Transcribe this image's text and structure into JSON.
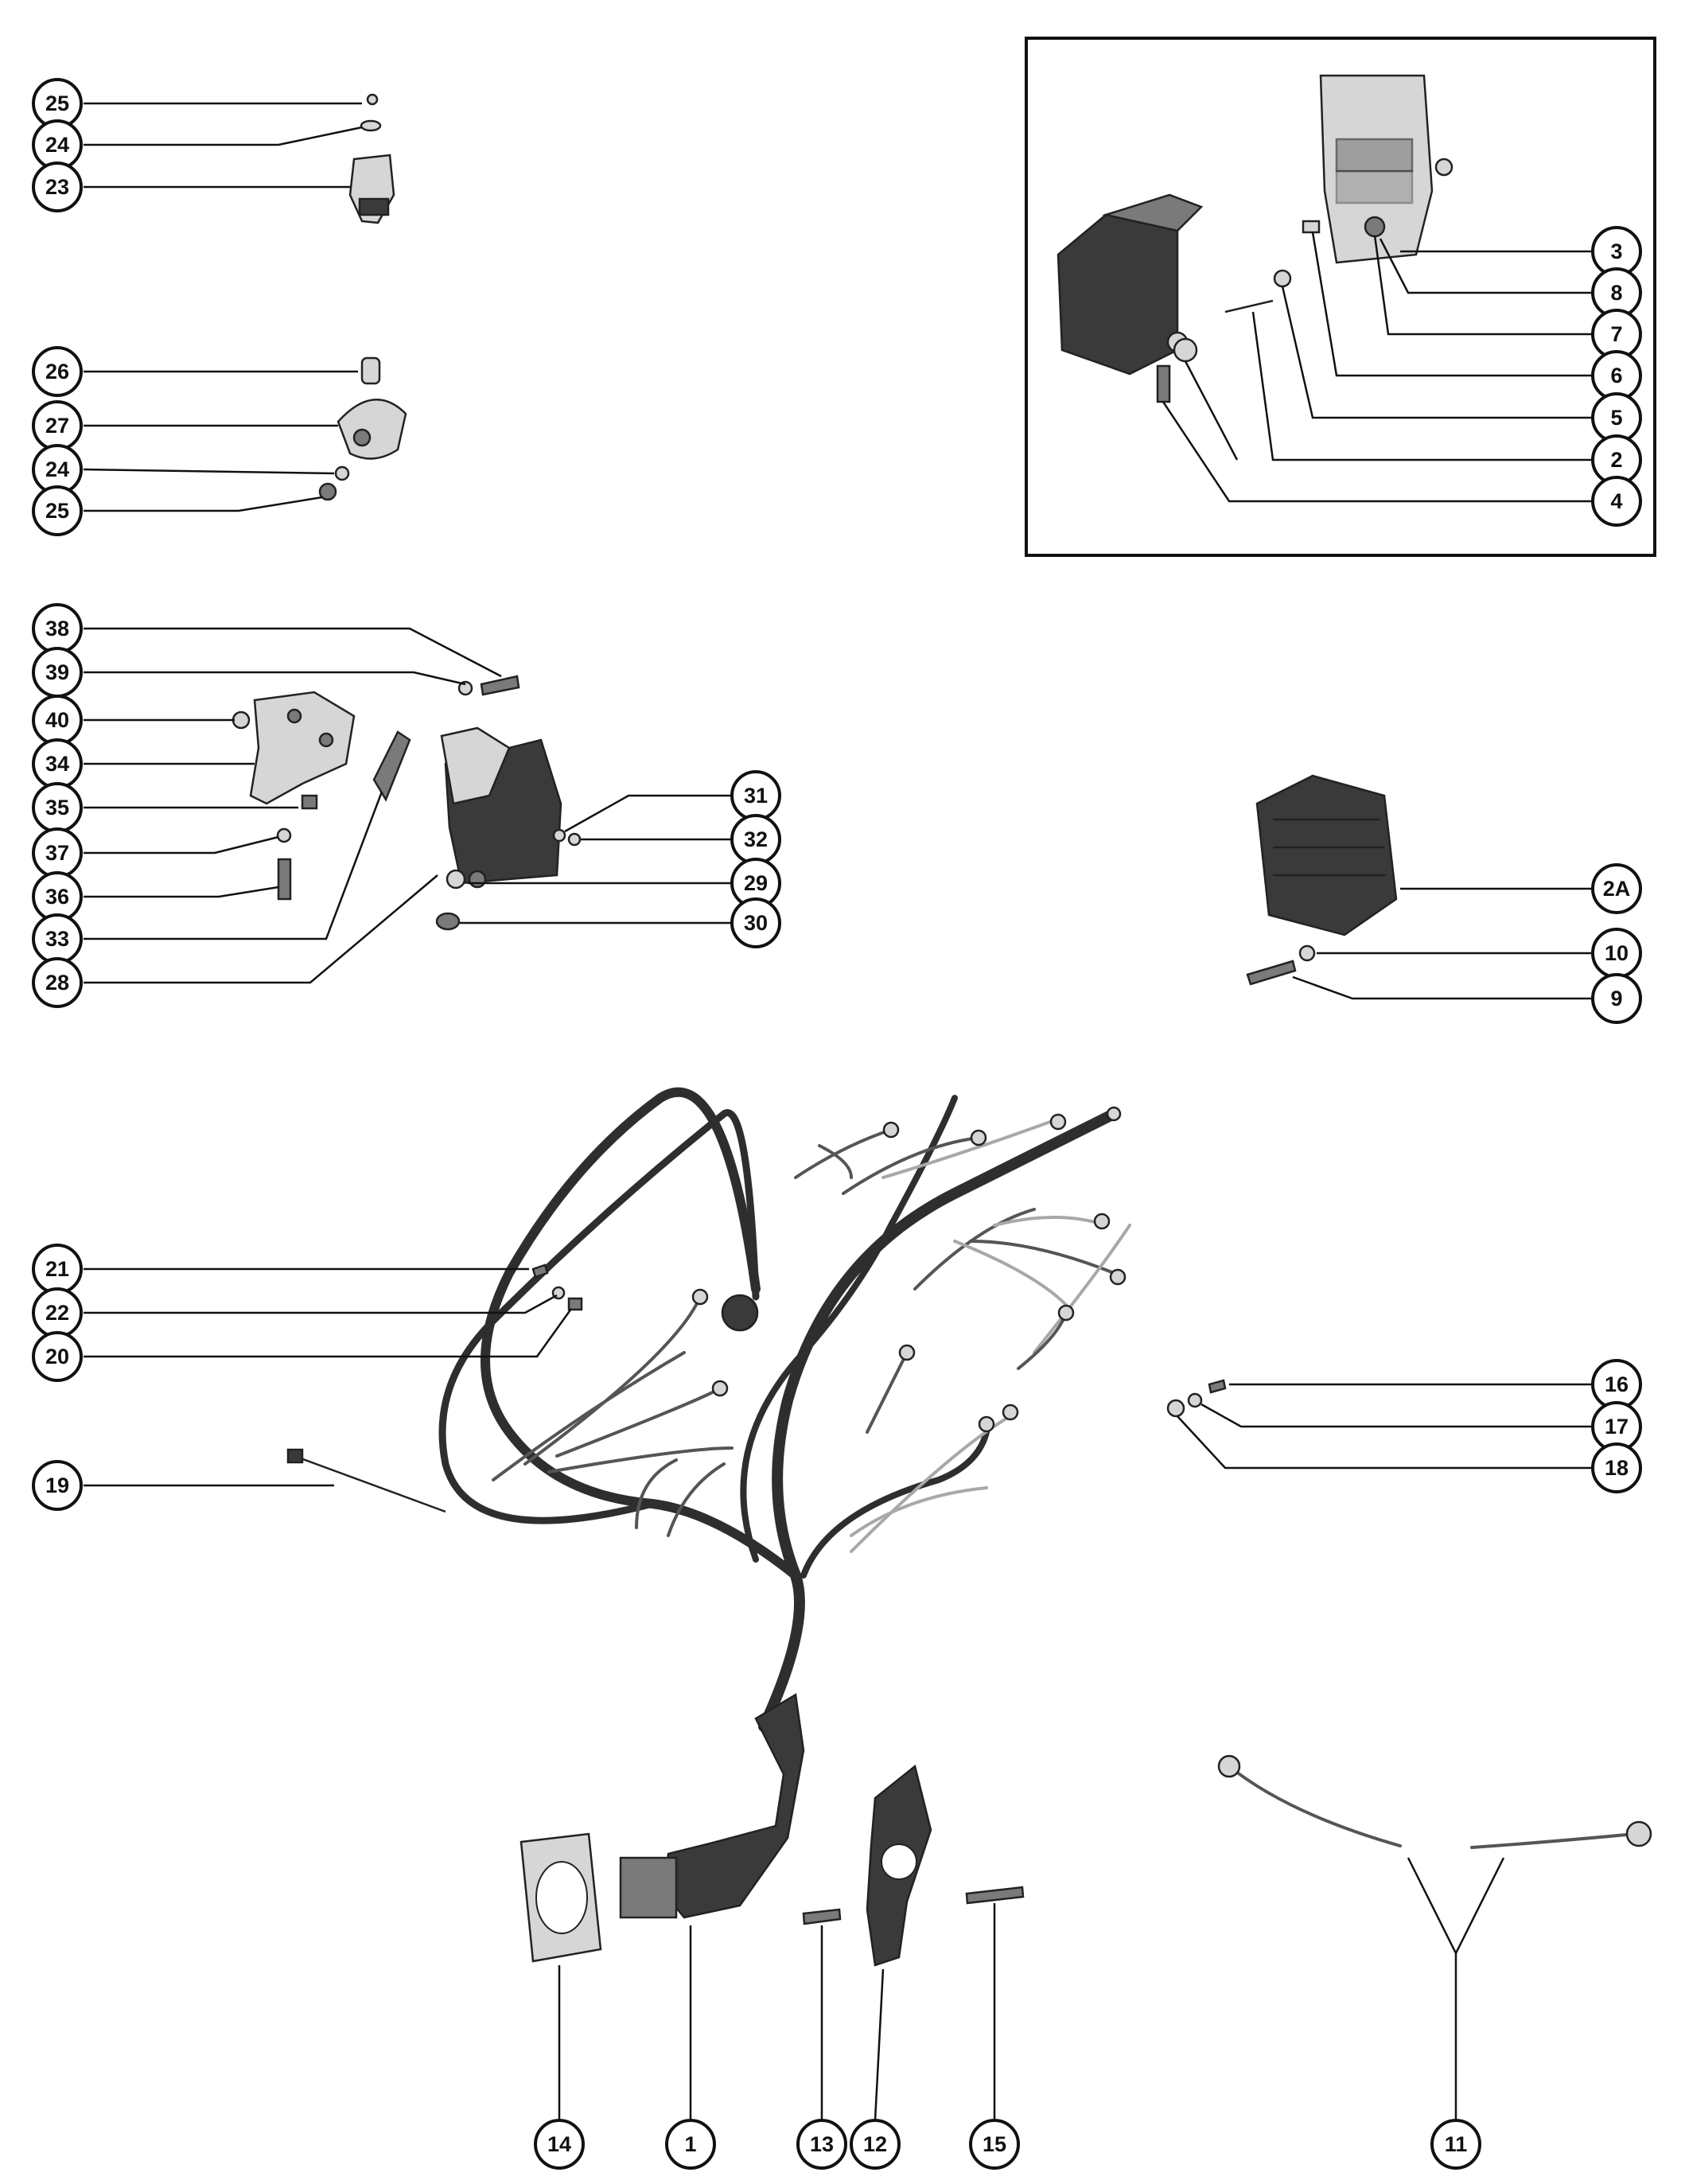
{
  "callouts": [
    {
      "label": "25"
    },
    {
      "label": "24"
    },
    {
      "label": "23"
    },
    {
      "label": "26"
    },
    {
      "label": "27"
    },
    {
      "label": "24"
    },
    {
      "label": "25"
    },
    {
      "label": "38"
    },
    {
      "label": "39"
    },
    {
      "label": "40"
    },
    {
      "label": "34"
    },
    {
      "label": "35"
    },
    {
      "label": "37"
    },
    {
      "label": "36"
    },
    {
      "label": "33"
    },
    {
      "label": "28"
    },
    {
      "label": "31"
    },
    {
      "label": "32"
    },
    {
      "label": "29"
    },
    {
      "label": "30"
    },
    {
      "label": "3"
    },
    {
      "label": "8"
    },
    {
      "label": "7"
    },
    {
      "label": "6"
    },
    {
      "label": "5"
    },
    {
      "label": "2"
    },
    {
      "label": "4"
    },
    {
      "label": "2A"
    },
    {
      "label": "10"
    },
    {
      "label": "9"
    },
    {
      "label": "21"
    },
    {
      "label": "22"
    },
    {
      "label": "20"
    },
    {
      "label": "19"
    },
    {
      "label": "16"
    },
    {
      "label": "17"
    },
    {
      "label": "18"
    },
    {
      "label": "14"
    },
    {
      "label": "1"
    },
    {
      "label": "13"
    },
    {
      "label": "12"
    },
    {
      "label": "15"
    },
    {
      "label": "11"
    }
  ]
}
